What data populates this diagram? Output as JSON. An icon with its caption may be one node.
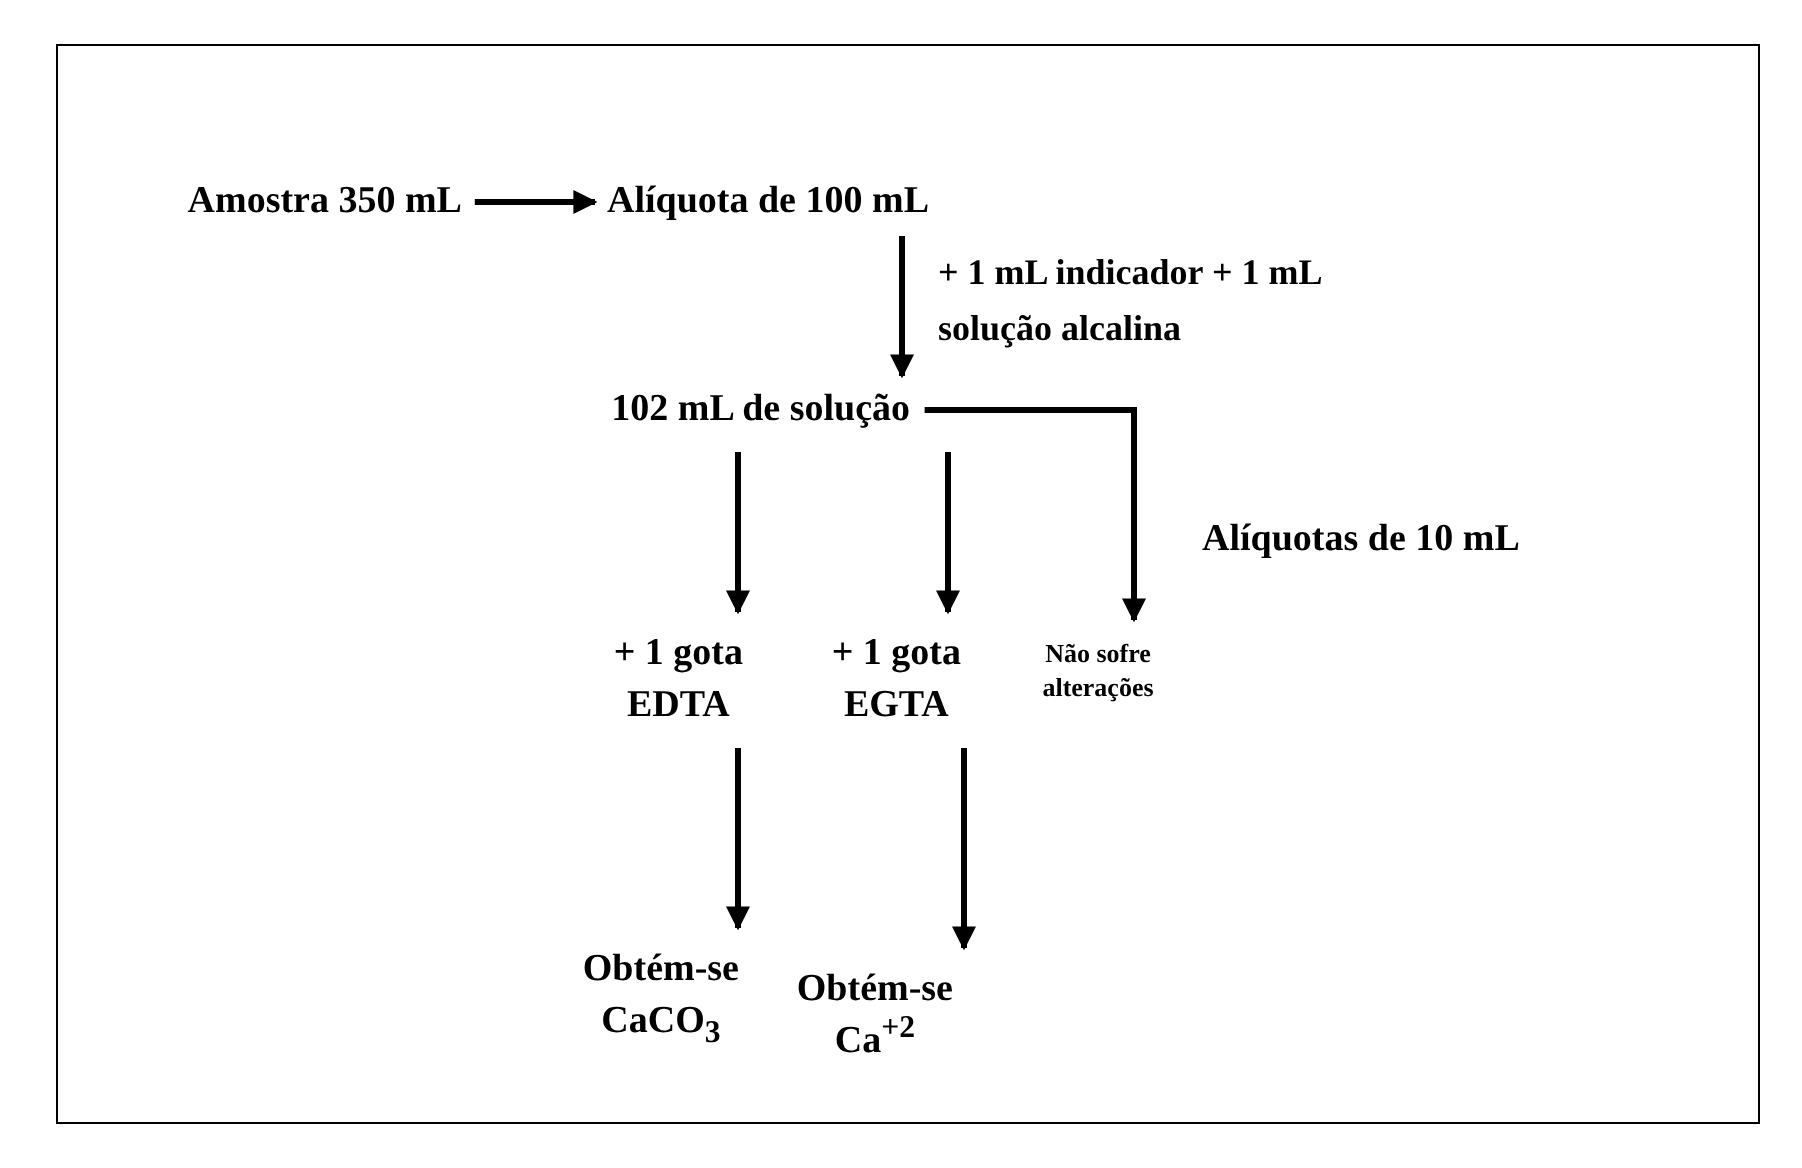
{
  "diagram": {
    "nodes": [
      {
        "text": [
          "Amostra 350 mL"
        ]
      },
      {
        "text": [
          "Alíquota de 100 mL"
        ]
      },
      {
        "text": [
          "102 mL de solução"
        ]
      },
      {
        "text": [
          "+ 1 gota",
          "EDTA"
        ]
      },
      {
        "text": [
          "+ 1 gota",
          "EGTA"
        ]
      },
      {
        "text": [
          "Não sofre alterações"
        ]
      },
      {
        "text": [
          "Obtém-se",
          "CaCO$_{3}$"
        ]
      },
      {
        "text": [
          "Obtém-se",
          "Ca$^{+2}$"
        ]
      }
    ],
    "edges": [
      {
        "from": 0,
        "to": 1,
        "arrow": "to"
      },
      {
        "from": 1,
        "to": 2,
        "arrow": "to",
        "label": "+ 1 mL indicador + 1 mL solução alcalina"
      },
      {
        "from": 2,
        "to": 3,
        "arrow": "to"
      },
      {
        "from": 2,
        "to": 4,
        "arrow": "to"
      },
      {
        "from": 2,
        "to": 5,
        "arrow": "to"
      },
      {
        "from": 3,
        "to": 6,
        "arrow": "to"
      },
      {
        "from": 4,
        "to": 7,
        "arrow": "to"
      }
    ],
    "labels": [
      "Alíquotas de 10 mL"
    ]
  }
}
